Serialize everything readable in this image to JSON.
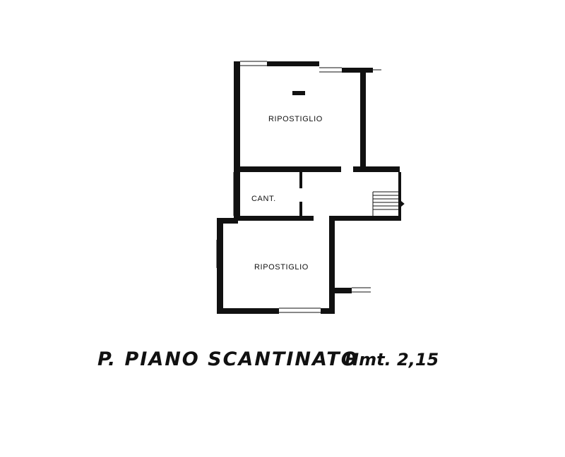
{
  "plan": {
    "rooms": [
      {
        "label": "RIPOSTIGLIO"
      },
      {
        "label": "CANT."
      },
      {
        "label": "RIPOSTIGLIO"
      }
    ],
    "caption": {
      "floor": "P. PIANO SCANTINATO",
      "height": "Hmt. 2,15"
    }
  },
  "colors": {
    "wall": "#111111",
    "background": "#ffffff"
  }
}
